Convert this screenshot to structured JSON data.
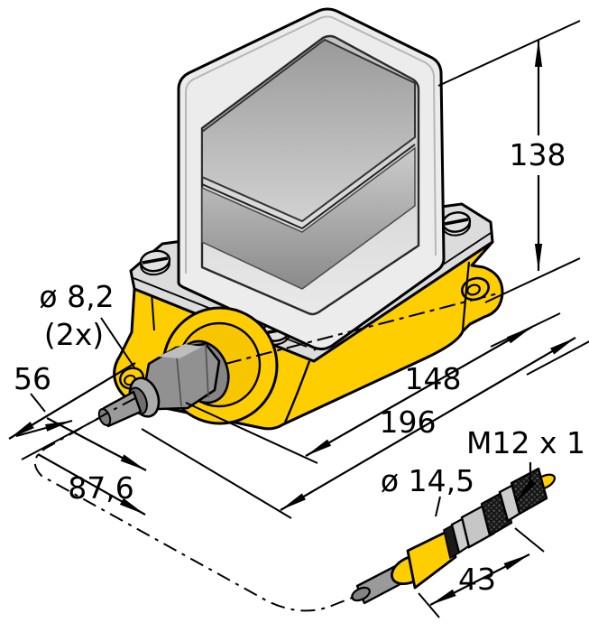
{
  "drawing": {
    "type": "technical-dimension-drawing",
    "units": "mm",
    "labels": {
      "height": "138",
      "housing_length": "148",
      "total_length": "196",
      "gland_protrusion": "56",
      "gland_total": "87,6",
      "mounting_hole_dia": "ø 8,2",
      "mounting_hole_count": "(2x)",
      "connector_dia": "ø 14,5",
      "connector_thread": "M12 x 1",
      "connector_length": "43"
    },
    "colors": {
      "housing_yellow": "#FFCE00",
      "outline": "#000000",
      "plate_gray": "#DCDCDC",
      "cover_gray": "#ECECEC",
      "gland_gray": "#8F8F8F",
      "knurl_black": "#1A1A1A",
      "background": "#FFFFFF"
    }
  }
}
